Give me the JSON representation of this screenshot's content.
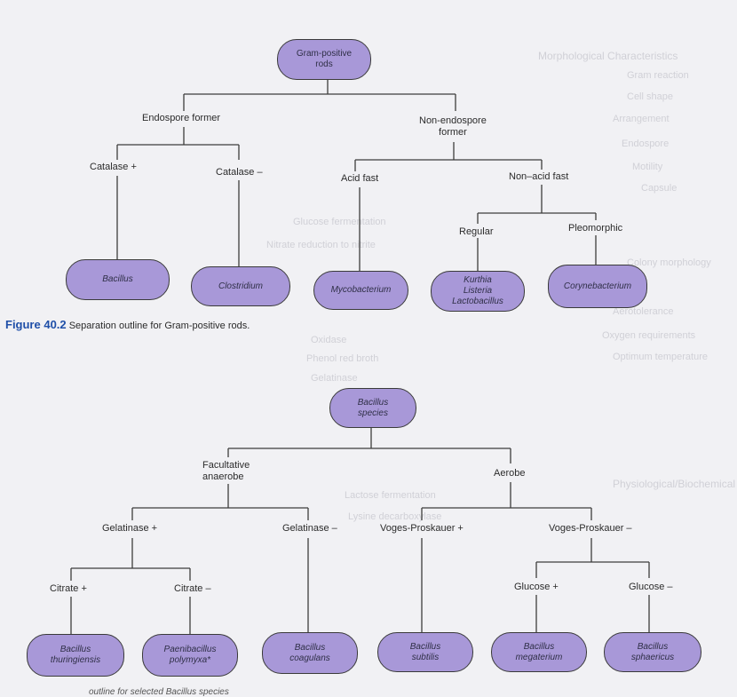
{
  "figure1": {
    "root": [
      "Gram-positive",
      "rods"
    ],
    "branch_left": "Endospore former",
    "branch_right": [
      "Non-endospore",
      "former"
    ],
    "catalase_pos": "Catalase +",
    "catalase_neg": "Catalase –",
    "acid_fast": "Acid fast",
    "non_acid_fast": "Non–acid fast",
    "regular": "Regular",
    "pleomorphic": "Pleomorphic",
    "leaf_bacillus": "Bacillus",
    "leaf_clostridium": "Clostridium",
    "leaf_mycobacterium": "Mycobacterium",
    "leaf_regular": [
      "Kurthia",
      "Listeria",
      "Lactobacillus"
    ],
    "leaf_corynebacterium": "Corynebacterium",
    "caption_number": "Figure 40.2",
    "caption_text": "Separation outline for Gram-positive rods."
  },
  "figure2": {
    "root": [
      "Bacillus",
      "species"
    ],
    "branch_left": [
      "Facultative",
      "anaerobe"
    ],
    "branch_right": "Aerobe",
    "gelatinase_pos": "Gelatinase +",
    "gelatinase_neg": "Gelatinase –",
    "vp_pos": "Voges-Proskauer +",
    "vp_neg": "Voges-Proskauer –",
    "citrate_pos": "Citrate +",
    "citrate_neg": "Citrate –",
    "glucose_pos": "Glucose +",
    "glucose_neg": "Glucose –",
    "leaf_thuringiensis": [
      "Bacillus",
      "thuringiensis"
    ],
    "leaf_polymyxa": [
      "Paenibacillus",
      "polymyxa*"
    ],
    "leaf_coagulans": [
      "Bacillus",
      "coagulans"
    ],
    "leaf_subtilis": [
      "Bacillus",
      "subtilis"
    ],
    "leaf_megaterium": [
      "Bacillus",
      "megaterium"
    ],
    "leaf_sphaericus": [
      "Bacillus",
      "sphaericus"
    ],
    "caption_partial": "outline for selected Bacillus species"
  },
  "colors": {
    "pill_fill": "#a898d8",
    "caption_blue": "#1f4fa8",
    "page_bg": "#f1f1f4"
  }
}
